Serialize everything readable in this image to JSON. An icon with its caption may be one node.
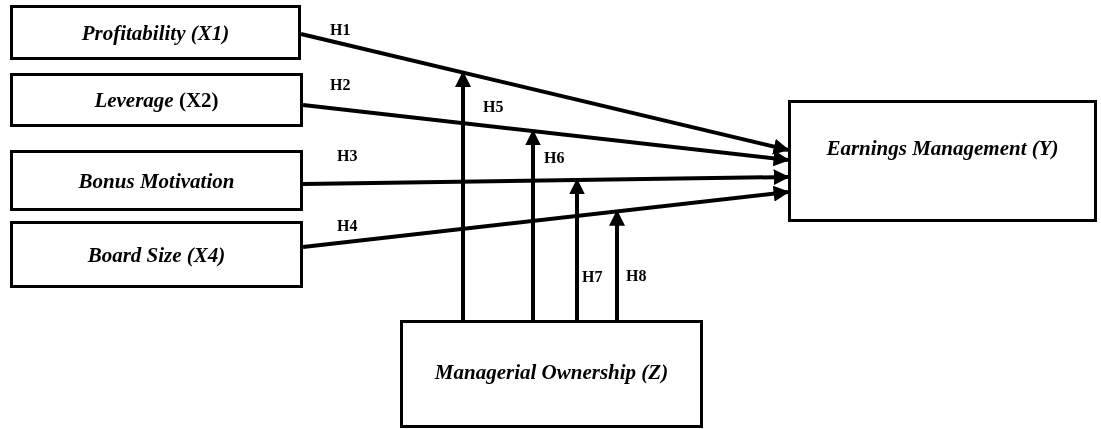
{
  "diagram": {
    "nodes": [
      {
        "text": [
          "Profitability (X1)"
        ]
      },
      {
        "text": [
          "*Leverage* (X2)"
        ]
      },
      {
        "text": [
          "Bonus Motivation"
        ]
      },
      {
        "text": [
          "Board Size (X4)"
        ]
      },
      {
        "text": [
          "Earnings Management (Y)"
        ]
      },
      {
        "text": [
          "Managerial Ownership (Z)"
        ]
      }
    ],
    "edges": [
      {
        "from": 0,
        "to": 4,
        "arrow": "to",
        "label": "H1"
      },
      {
        "from": 1,
        "to": 4,
        "arrow": "to",
        "label": "H2"
      },
      {
        "from": 2,
        "to": 4,
        "arrow": "to",
        "label": "H3"
      },
      {
        "from": 3,
        "to": 4,
        "arrow": "to",
        "label": "H4"
      },
      {
        "from": 5,
        "to": null,
        "arrow": "to",
        "label": "H5"
      },
      {
        "from": 5,
        "to": null,
        "arrow": "to",
        "label": "H6"
      },
      {
        "from": 5,
        "to": null,
        "arrow": "to",
        "label": "H7"
      },
      {
        "from": 5,
        "to": null,
        "arrow": "to",
        "label": "H8"
      }
    ]
  }
}
